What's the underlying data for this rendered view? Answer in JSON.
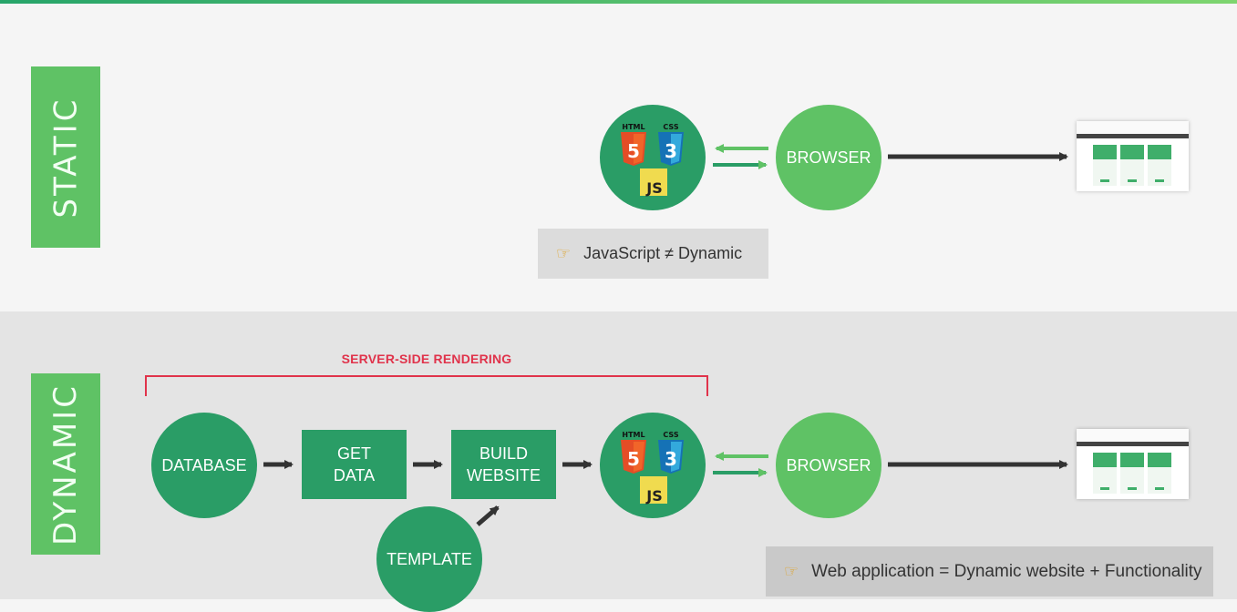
{
  "sections": {
    "static_label": "STATIC",
    "dynamic_label": "DYNAMIC"
  },
  "nodes": {
    "browser": "BROWSER",
    "database": "DATABASE",
    "get_data": "GET\nDATA",
    "build_website": "BUILD\nWEBSITE",
    "template": "TEMPLATE"
  },
  "logos": {
    "html": "HTML",
    "html_num": "5",
    "css": "CSS",
    "css_num": "3",
    "js": "JS"
  },
  "notes": {
    "static_note": "JavaScript ≠ Dynamic",
    "dynamic_note": "Web application = Dynamic website + Functionality"
  },
  "ssr_label": "SERVER-SIDE RENDERING",
  "icons": [
    "pointing-hand-icon",
    "html5-icon",
    "css3-icon",
    "js-icon",
    "arrow-icon"
  ],
  "colors": {
    "dark_green": "#2a9d66",
    "light_green": "#5fc265",
    "ssr_red": "#e0334b",
    "arrow": "#333333"
  }
}
